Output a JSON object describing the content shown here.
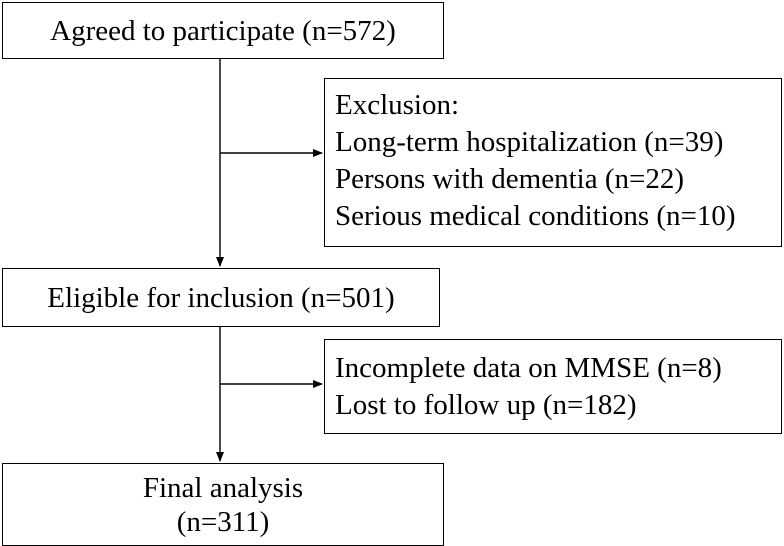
{
  "diagram": {
    "agreed": {
      "text": "Agreed to participate (n=572)"
    },
    "exclusion": {
      "heading": "Exclusion:",
      "items": [
        "Long-term hospitalization (n=39)",
        "Persons with dementia (n=22)",
        "Serious medical conditions (n=10)"
      ]
    },
    "eligible": {
      "text": "Eligible for inclusion (n=501)"
    },
    "excluded_followup": {
      "items": [
        "Incomplete data on MMSE (n=8)",
        "Lost to follow up (n=182)"
      ]
    },
    "final": {
      "line1": "Final analysis",
      "line2": "(n=311)"
    }
  }
}
